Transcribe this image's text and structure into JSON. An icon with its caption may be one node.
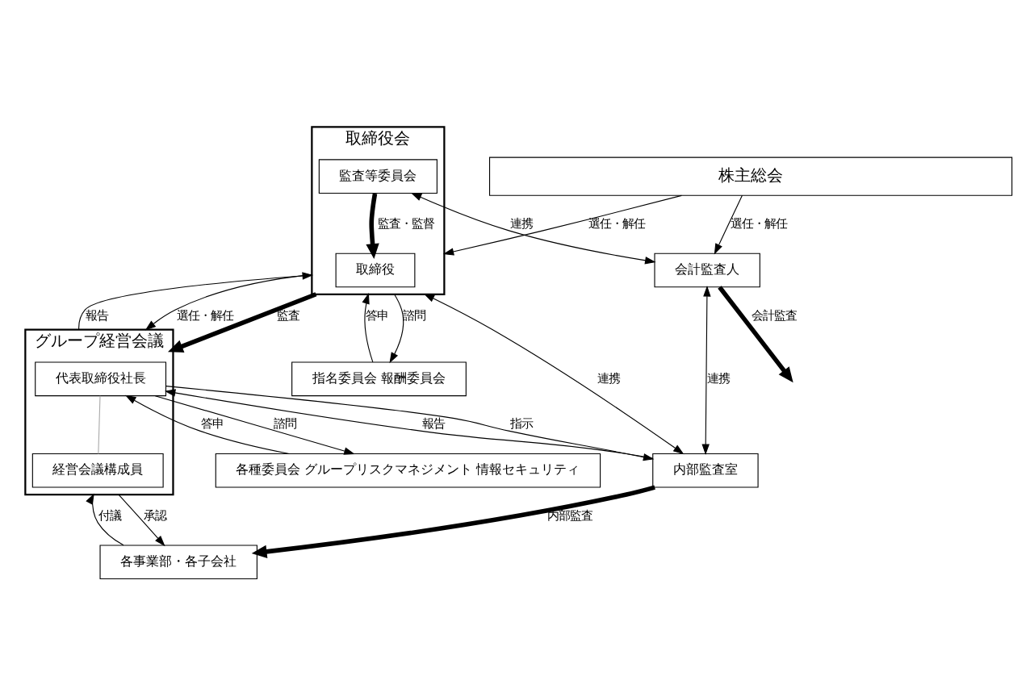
{
  "diagram": {
    "nodes": [
      {
        "text": [
          "株主総会"
        ]
      },
      {
        "text": [
          "取締役会"
        ]
      },
      {
        "text": [
          "取締役"
        ],
        "in": 1
      },
      {
        "text": [
          "監査等委員会"
        ],
        "in": 1
      },
      {
        "text": [
          "指名委員会 報酬委員会"
        ]
      },
      {
        "text": [
          "会計監査人"
        ]
      },
      {
        "text": [
          "グループ経営会議"
        ]
      },
      {
        "text": [
          "代表取締役社長"
        ],
        "in": 6
      },
      {
        "text": [
          "経営会議構成員"
        ],
        "in": 6
      },
      {
        "text": [
          "各種委員会 グループリスクマネジメント 情報セキュリティ"
        ]
      },
      {
        "text": [
          "内部監査室"
        ]
      },
      {
        "text": [
          "各事業部・各子会社"
        ]
      }
    ],
    "edges": [
      {
        "from": 0,
        "to": 1,
        "arrow": "to",
        "label": "選任・解任"
      },
      {
        "from": 0,
        "to": 5,
        "arrow": "to",
        "label": "選任・解任"
      },
      {
        "from": 1,
        "to": 4,
        "arrow": "to",
        "label": "諮問"
      },
      {
        "from": 4,
        "to": 1,
        "arrow": "to",
        "label": "答申"
      },
      {
        "from": 3,
        "to": 2,
        "arrow": "to",
        "label": "監査・監督",
        "style": "thick"
      },
      {
        "from": 3,
        "to": 5,
        "arrow": "both",
        "label": "連携"
      },
      {
        "from": 5,
        "to": null,
        "arrow": "to",
        "label": "会計監査",
        "style": "thick"
      },
      {
        "from": 1,
        "to": 6,
        "arrow": "to",
        "label": "監査",
        "style": "thick"
      },
      {
        "from": 6,
        "to": 1,
        "arrow": "to",
        "label": "報告"
      },
      {
        "from": 1,
        "to": 6,
        "arrow": "to",
        "label": "選任・解任"
      },
      {
        "from": 1,
        "to": 10,
        "arrow": "both",
        "label": "連携"
      },
      {
        "from": 5,
        "to": 10,
        "arrow": "both",
        "label": "連携"
      },
      {
        "from": 7,
        "to": 9,
        "arrow": "to",
        "label": "諮問"
      },
      {
        "from": 9,
        "to": 7,
        "arrow": "to",
        "label": "答申"
      },
      {
        "from": 10,
        "to": 7,
        "arrow": "to",
        "label": "報告"
      },
      {
        "from": 7,
        "to": 10,
        "arrow": "to",
        "label": "指示"
      },
      {
        "from": 7,
        "to": 8,
        "arrow": "none",
        "color": "#aaaaaa"
      },
      {
        "from": 6,
        "to": 11,
        "arrow": "to",
        "label": "承認"
      },
      {
        "from": 11,
        "to": 6,
        "arrow": "to",
        "label": "付議"
      },
      {
        "from": 10,
        "to": 11,
        "arrow": "to",
        "label": "内部監査",
        "style": "thick"
      }
    ]
  }
}
